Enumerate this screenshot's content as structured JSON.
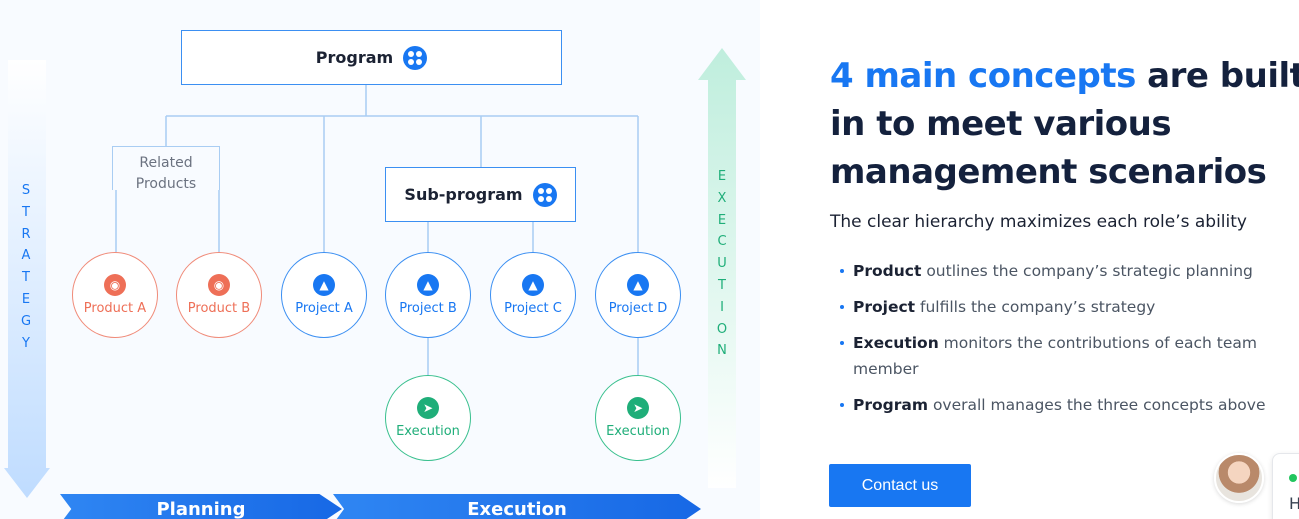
{
  "diagram": {
    "program_label": "Program",
    "subprogram_label": "Sub-program",
    "related_products": "Related Products",
    "nodes": {
      "product_a": "Product A",
      "product_b": "Product B",
      "project_a": "Project A",
      "project_b": "Project B",
      "project_c": "Project C",
      "project_d": "Project D",
      "execution_1": "Execution",
      "execution_2": "Execution"
    },
    "strategy_letters": [
      "S",
      "T",
      "R",
      "A",
      "T",
      "E",
      "G",
      "Y"
    ],
    "execution_letters": [
      "E",
      "X",
      "E",
      "C",
      "U",
      "T",
      "I",
      "O",
      "N"
    ],
    "phases": {
      "planning": "Planning",
      "execution": "Execution"
    },
    "colors": {
      "blue": "#1877f2",
      "orange": "#ee6f57",
      "green": "#1fae79"
    },
    "icons": {
      "program": "apps-grid-icon",
      "product": "lightbulb-icon",
      "project": "rocket-icon",
      "execution": "running-person-icon"
    }
  },
  "content": {
    "headline_accent": "4 main concepts",
    "headline_rest_1": " are built",
    "headline_line2": "in to meet various",
    "headline_line3": "management scenarios",
    "subtitle": "The clear hierarchy maximizes each role’s ability",
    "bullets": [
      {
        "term": "Product",
        "text": " outlines the company’s strategic planning"
      },
      {
        "term": "Project",
        "text": " fulfills the company’s strategy"
      },
      {
        "term": "Execution",
        "text": " monitors the contributions of each team member"
      },
      {
        "term": "Program",
        "text": " overall manages the three concepts above"
      }
    ],
    "contact_label": "Contact us"
  },
  "chat_widget": {
    "partial_text": "H"
  }
}
